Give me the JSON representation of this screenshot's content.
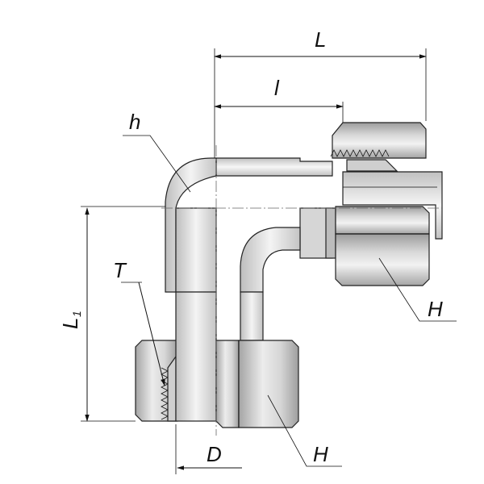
{
  "labels": {
    "L": "L",
    "l": "l",
    "h": "h",
    "T": "T",
    "L1_main": "L",
    "L1_sub": "1",
    "D": "D",
    "H_right": "H",
    "H_bottom": "H"
  },
  "colors": {
    "metal_light": "#ececec",
    "metal_mid": "#d2d2d2",
    "metal_dark": "#a8a8a8",
    "line": "#222222"
  }
}
